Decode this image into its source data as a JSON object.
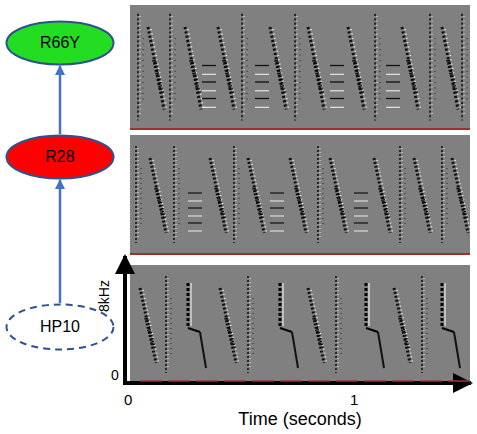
{
  "diagram": {
    "nodes": [
      {
        "text": [
          "R66Y"
        ]
      },
      {
        "text": [
          "R28"
        ]
      },
      {
        "text": [
          "HP10"
        ]
      }
    ],
    "edges": [
      {
        "from": 2,
        "to": 1,
        "arrow": "to"
      },
      {
        "from": 1,
        "to": 0,
        "arrow": "to"
      }
    ],
    "labels": [
      "8kHz",
      "0",
      "0",
      "1",
      "Time (seconds)"
    ]
  }
}
